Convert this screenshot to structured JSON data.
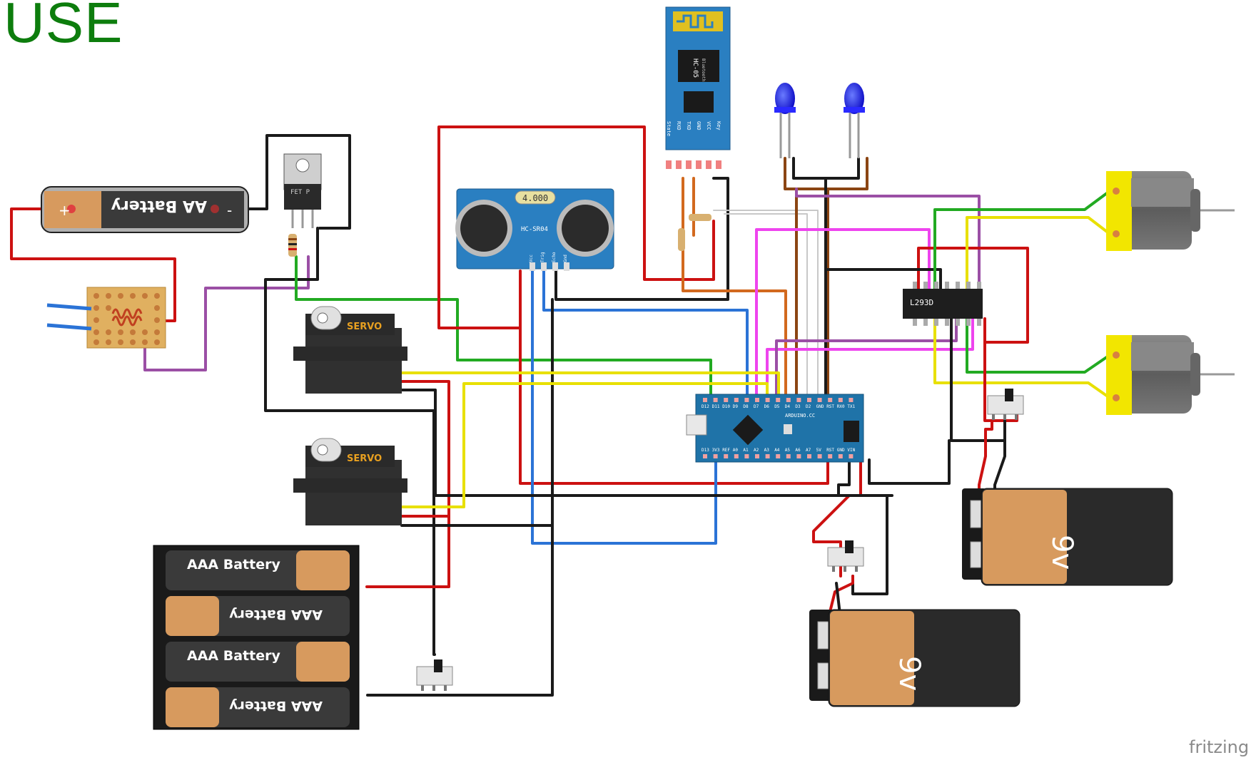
{
  "title": "USE",
  "brand": "fritzing",
  "labels": {
    "aa_battery": "AA Battery",
    "aa_plus": "+",
    "aa_minus": "-",
    "fet": "FET P",
    "servo": "SERVO",
    "ultrasonic_freq": "4.000",
    "ultrasonic_model": "HC-SR04",
    "ultrasonic_pins": [
      "Vcc",
      "Trig",
      "Echo",
      "Gnd"
    ],
    "bt_model": "HC-05",
    "bt_sub": "Bluetooth",
    "bt_pins": [
      "State",
      "RXD",
      "TXD",
      "GND",
      "VCC",
      "Key"
    ],
    "driver": "L293D",
    "aaa_battery": "AAA Battery",
    "battery_9v": "9v",
    "nano_brand": "ARDUINO.CC",
    "nano_top_pins": [
      "D12",
      "D11",
      "D10",
      "D9",
      "D8",
      "D7",
      "D6",
      "D5",
      "D4",
      "D3",
      "D2",
      "GND",
      "RST",
      "RX0",
      "TX1"
    ],
    "nano_bottom_pins": [
      "D13",
      "3V3",
      "REF",
      "A0",
      "A1",
      "A2",
      "A3",
      "A4",
      "A5",
      "A6",
      "A7",
      "5V",
      "RST",
      "GND",
      "VIN"
    ]
  },
  "colors": {
    "title": "#0d7d0d",
    "wire_red": "#cc1111",
    "wire_black": "#1a1a1a",
    "wire_green": "#22aa22",
    "wire_yellow": "#e8e000",
    "wire_blue": "#2b73d6",
    "wire_purple": "#9b4fa5",
    "wire_pink": "#ee44ee",
    "wire_brown": "#8b4513",
    "wire_orange": "#d2691e",
    "wire_gray": "#c0c0c0",
    "arduino": "#1f73a8",
    "sensor": "#2a7fc1",
    "motor_yellow": "#f2e600",
    "battery_copper": "#d79a5e"
  }
}
